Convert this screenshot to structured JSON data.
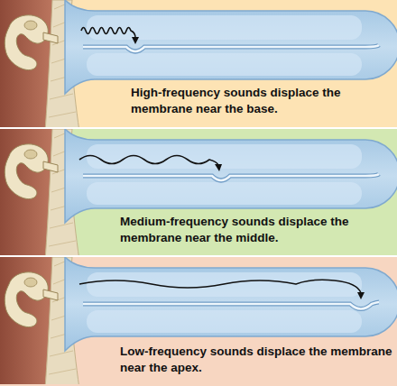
{
  "diagram": {
    "nodes": [
      {
        "text": [
          "High-frequency sounds displace the membrane near the base."
        ]
      },
      {
        "text": [
          "Medium-frequency sounds displace the membrane near the middle."
        ]
      },
      {
        "text": [
          "Low-frequency sounds displace the membrane near the apex."
        ]
      }
    ]
  }
}
